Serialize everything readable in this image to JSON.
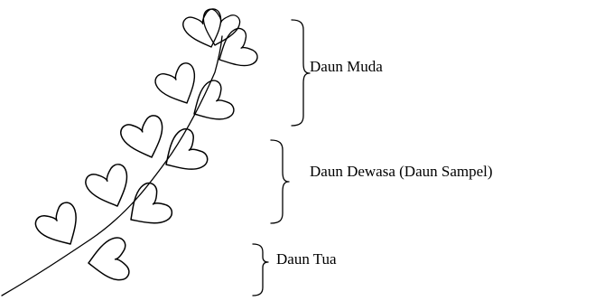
{
  "labels": {
    "young": "Daun Muda",
    "mature": "Daun Dewasa (Daun Sampel)",
    "old": "Daun Tua"
  },
  "colors": {
    "stroke": "#000000",
    "background": "#ffffff"
  }
}
